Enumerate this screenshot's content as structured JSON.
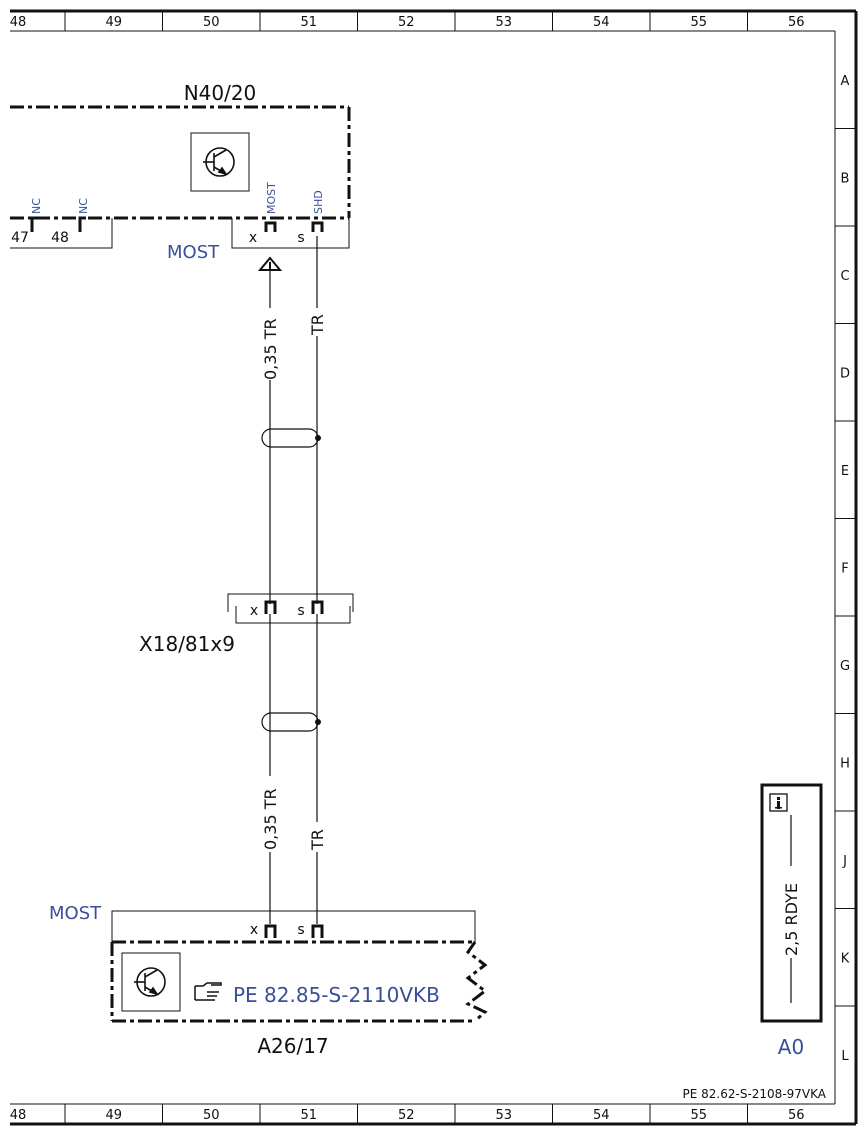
{
  "frame": {
    "columns": [
      "48",
      "49",
      "50",
      "51",
      "52",
      "53",
      "54",
      "55",
      "56"
    ],
    "rows": [
      "A",
      "B",
      "C",
      "D",
      "E",
      "F",
      "G",
      "H",
      "J",
      "K",
      "L"
    ],
    "doc_code": "PE 82.62-S-2108-97VKA"
  },
  "colors": {
    "ink": "#111111",
    "accent": "#3a4f9a"
  },
  "top_module": {
    "name": "N40/20",
    "icon": "transistor-icon",
    "pins": [
      {
        "number": "47",
        "signal": ""
      },
      {
        "number": "48",
        "signal": "NC"
      },
      {
        "number": "x",
        "signal": "MOST"
      },
      {
        "number": "s",
        "signal": "SHD"
      }
    ],
    "left_pin_label": "NC",
    "bus_label": "MOST"
  },
  "wires": {
    "upper_left": "0,35 TR",
    "upper_right": "TR",
    "lower_left": "0,35 TR",
    "lower_right": "TR"
  },
  "connector": {
    "name": "X18/81x9",
    "pin_x": "x",
    "pin_s": "s"
  },
  "bottom_module": {
    "name": "A26/17",
    "bus_label": "MOST",
    "icon": "transistor-icon",
    "pointer_icon": "hand-pointer-icon",
    "reference": "PE 82.85-S-2110VKB",
    "pin_x": "x",
    "pin_s": "s"
  },
  "info_box": {
    "icon": "info-icon",
    "wire_label": "2,5 RDYE",
    "ground_label": "A0"
  }
}
